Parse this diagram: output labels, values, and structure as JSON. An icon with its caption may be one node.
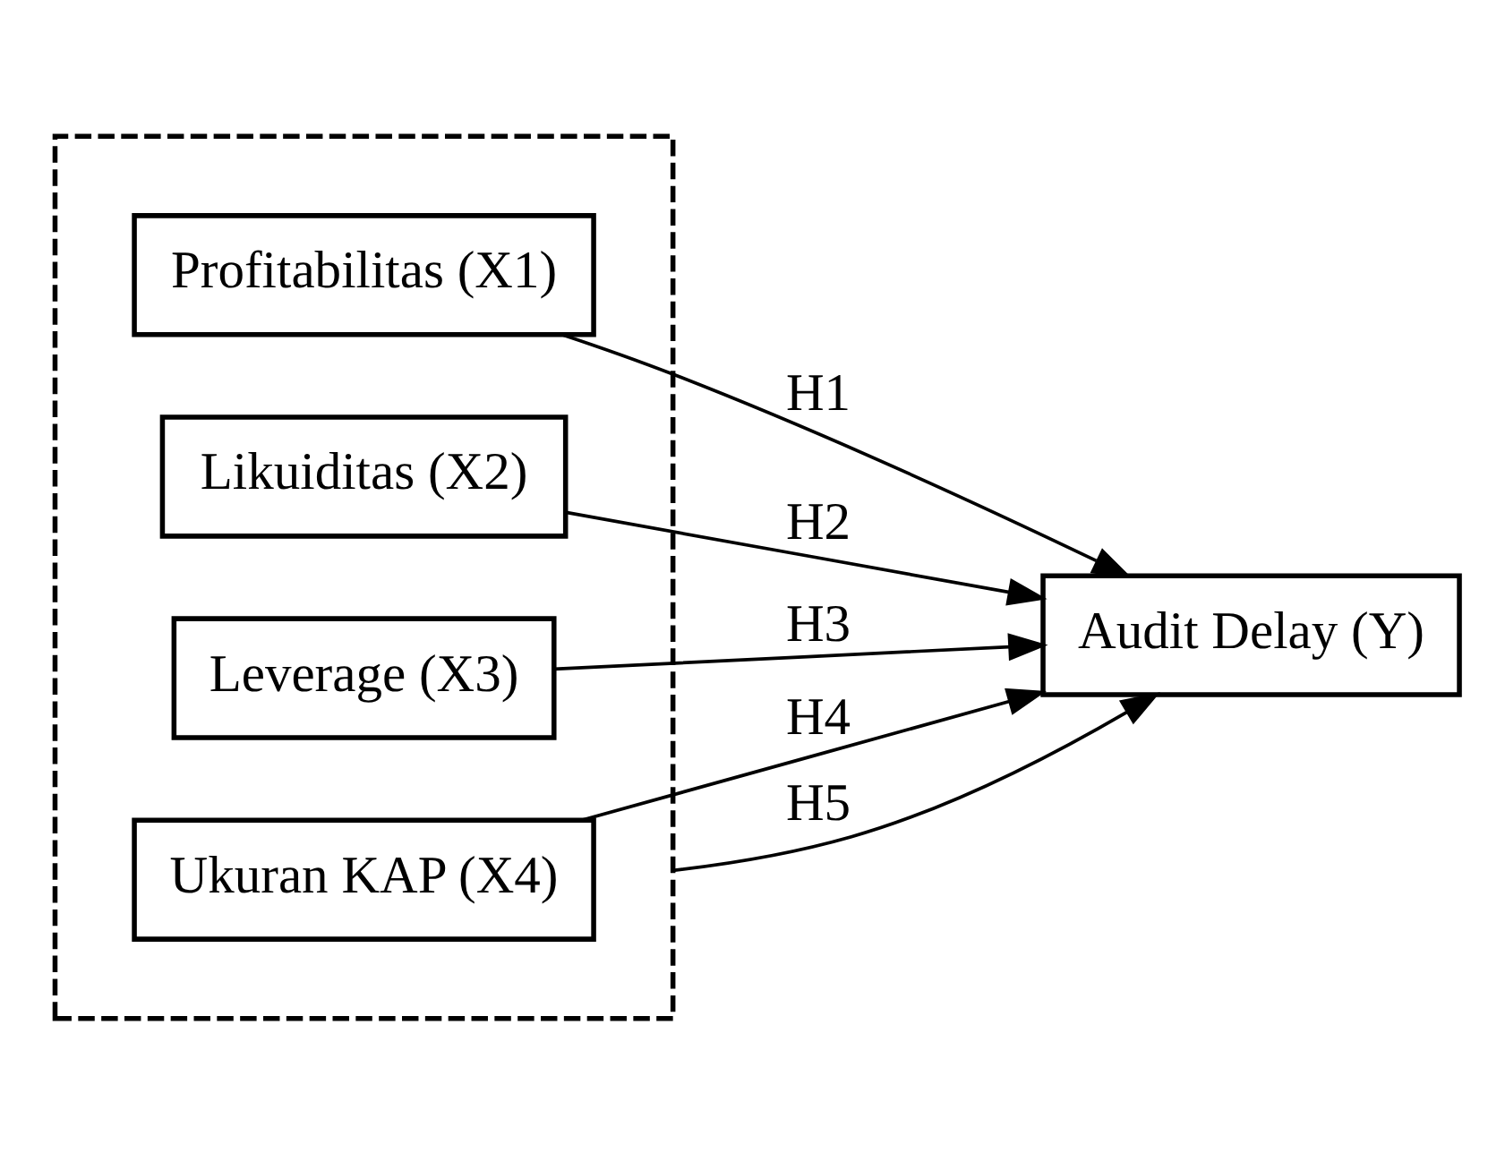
{
  "diagram": {
    "nodes": [
      {
        "text": [],
        "shape": "box"
      },
      {
        "text": [
          "Profitabilitas (X1)"
        ],
        "in": 0
      },
      {
        "text": [
          "Likuiditas (X2)"
        ],
        "in": 0
      },
      {
        "text": [
          "Leverage (X3)"
        ],
        "in": 0
      },
      {
        "text": [
          "Ukuran KAP (X4)"
        ],
        "in": 0
      },
      {
        "text": [
          "Audit Delay (Y)"
        ]
      }
    ],
    "edges": [
      {
        "from": 1,
        "to": 5,
        "arrow": "to",
        "label": "H1"
      },
      {
        "from": 2,
        "to": 5,
        "arrow": "to",
        "label": "H2"
      },
      {
        "from": 3,
        "to": 5,
        "arrow": "to",
        "label": "H3"
      },
      {
        "from": 4,
        "to": 5,
        "arrow": "to",
        "label": "H4"
      },
      {
        "from": 0,
        "to": 5,
        "arrow": "to",
        "label": "H5"
      }
    ]
  }
}
